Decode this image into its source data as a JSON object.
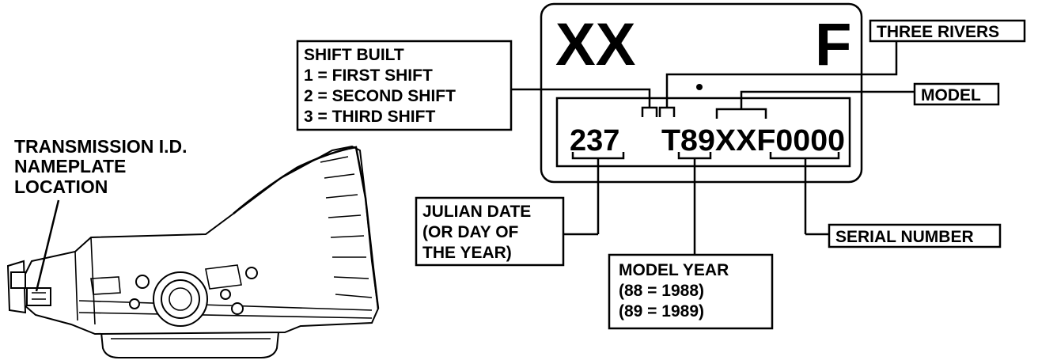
{
  "transmission": {
    "label_lines": [
      "TRANSMISSION I.D.",
      "NAMEPLATE",
      "LOCATION"
    ]
  },
  "nameplate": {
    "top_left": "XX",
    "top_right": "F",
    "julian_code": "237",
    "main_code": "T89XXF0000"
  },
  "callouts": {
    "shift_built": [
      "SHIFT BUILT",
      "1 = FIRST SHIFT",
      "2 = SECOND SHIFT",
      "3 = THIRD SHIFT"
    ],
    "three_rivers": "THREE RIVERS",
    "model": "MODEL",
    "julian_date": [
      "JULIAN DATE",
      "(OR DAY OF",
      "THE YEAR)"
    ],
    "model_year": [
      "MODEL YEAR",
      "(88 = 1988)",
      "(89 = 1989)"
    ],
    "serial_number": "SERIAL NUMBER"
  }
}
